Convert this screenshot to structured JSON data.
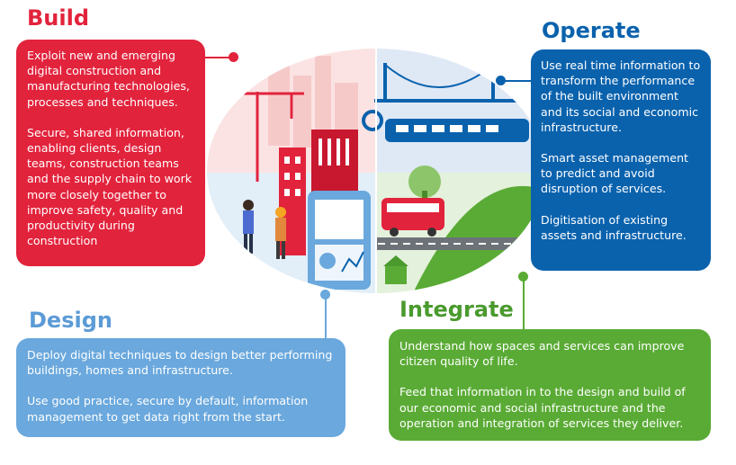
{
  "colors": {
    "build": "#e2233c",
    "operate": "#0a62ad",
    "design": "#6aa8dd",
    "integrate": "#5aab35",
    "design_heading": "#5c9bd6",
    "integrate_heading": "#4a9a2e"
  },
  "build": {
    "title": "Build",
    "paragraphs": [
      "Exploit new and emerging digital construction and manufacturing technologies, processes and techniques.",
      "Secure, shared information, enabling clients, design teams, construction teams and the supply chain to work more closely together to improve safety, quality and productivity during construction"
    ]
  },
  "operate": {
    "title": "Operate",
    "paragraphs": [
      "Use real time information to transform the performance of the built environment and its social and economic infrastructure.",
      "Smart asset management to predict and avoid disruption of services.",
      "Digitisation of existing assets and infrastructure."
    ]
  },
  "design": {
    "title": "Design",
    "paragraphs": [
      "Deploy digital techniques to design better performing buildings, homes and infrastructure.",
      "Use good practice, secure by default, information management to get data right from the start."
    ]
  },
  "integrate": {
    "title": "Integrate",
    "paragraphs": [
      "Understand how spaces and services can improve citizen quality of life.",
      "Feed that information in to the design and build of our economic and social infrastructure and the operation and integration of services they deliver."
    ]
  }
}
